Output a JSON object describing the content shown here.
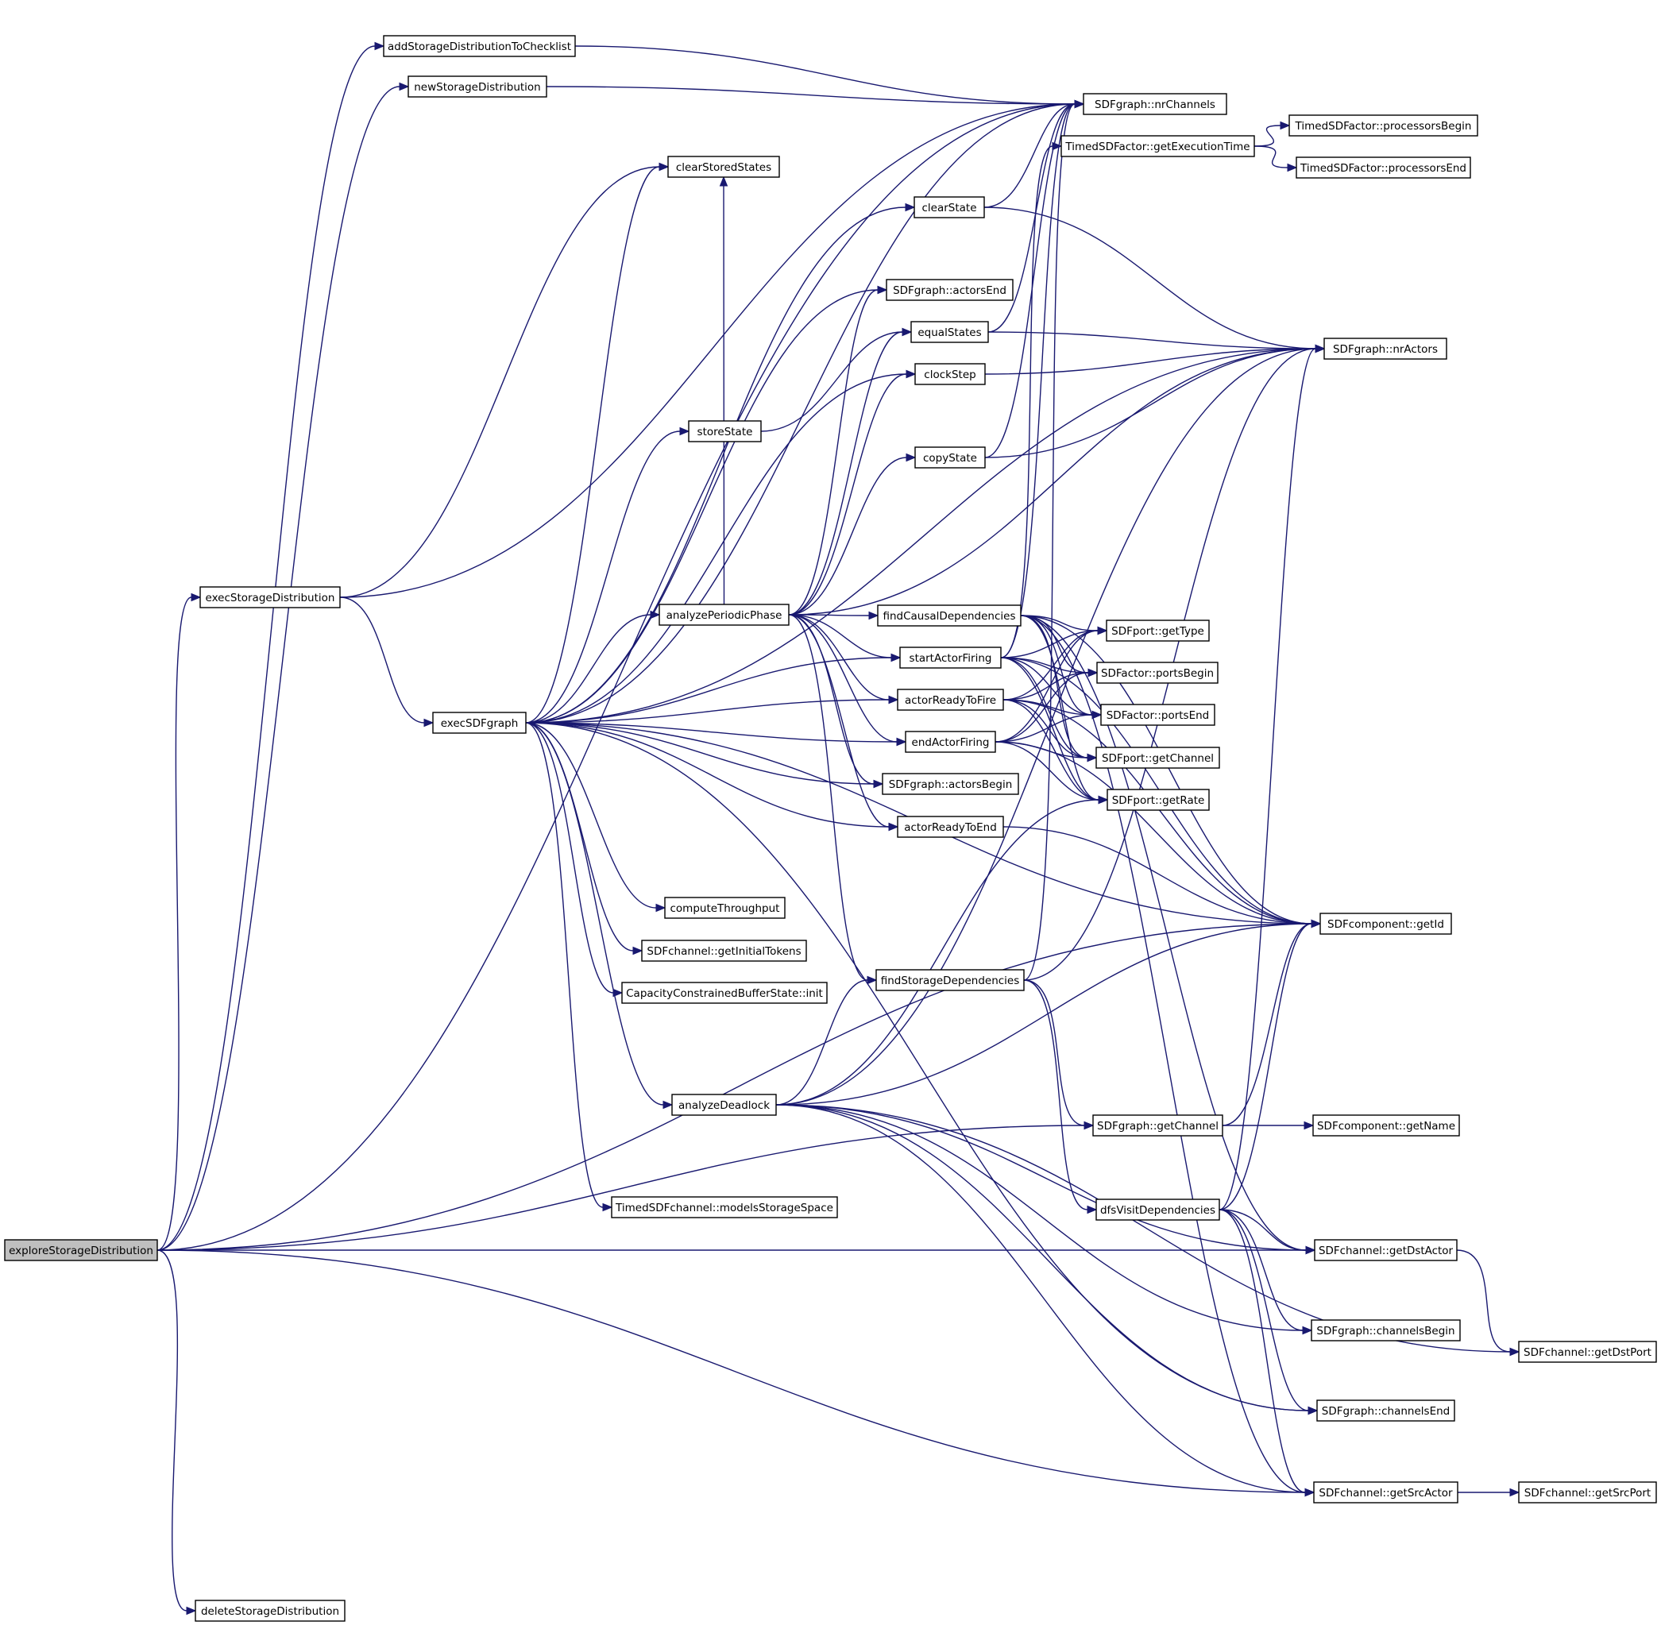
{
  "nodes": [
    {
      "id": "exploreStorageDistribution",
      "label": "exploreStorageDistribution",
      "root": true
    },
    {
      "id": "addStorageDistributionToChecklist",
      "label": "addStorageDistributionToChecklist"
    },
    {
      "id": "newStorageDistribution",
      "label": "newStorageDistribution"
    },
    {
      "id": "execStorageDistribution",
      "label": "execStorageDistribution"
    },
    {
      "id": "execSDFgraph",
      "label": "execSDFgraph"
    },
    {
      "id": "deleteStorageDistribution",
      "label": "deleteStorageDistribution"
    },
    {
      "id": "clearStoredStates",
      "label": "clearStoredStates"
    },
    {
      "id": "storeState",
      "label": "storeState"
    },
    {
      "id": "analyzePeriodicPhase",
      "label": "analyzePeriodicPhase"
    },
    {
      "id": "computeThroughput",
      "label": "computeThroughput"
    },
    {
      "id": "getInitialTokens",
      "label": "SDFchannel::getInitialTokens"
    },
    {
      "id": "cbsInit",
      "label": "CapacityConstrainedBufferState::init"
    },
    {
      "id": "analyzeDeadlock",
      "label": "analyzeDeadlock"
    },
    {
      "id": "modelsStorageSpace",
      "label": "TimedSDFchannel::modelsStorageSpace"
    },
    {
      "id": "clearState",
      "label": "clearState"
    },
    {
      "id": "actorsEnd",
      "label": "SDFgraph::actorsEnd"
    },
    {
      "id": "equalStates",
      "label": "equalStates"
    },
    {
      "id": "clockStep",
      "label": "clockStep"
    },
    {
      "id": "copyState",
      "label": "copyState"
    },
    {
      "id": "findCausalDependencies",
      "label": "findCausalDependencies"
    },
    {
      "id": "startActorFiring",
      "label": "startActorFiring"
    },
    {
      "id": "actorReadyToFire",
      "label": "actorReadyToFire"
    },
    {
      "id": "endActorFiring",
      "label": "endActorFiring"
    },
    {
      "id": "actorsBegin",
      "label": "SDFgraph::actorsBegin"
    },
    {
      "id": "actorReadyToEnd",
      "label": "actorReadyToEnd"
    },
    {
      "id": "findStorageDependencies",
      "label": "findStorageDependencies"
    },
    {
      "id": "nrChannels",
      "label": "SDFgraph::nrChannels"
    },
    {
      "id": "getExecutionTime",
      "label": "TimedSDFactor::getExecutionTime"
    },
    {
      "id": "getType",
      "label": "SDFport::getType"
    },
    {
      "id": "portsBegin",
      "label": "SDFactor::portsBegin"
    },
    {
      "id": "portsEnd",
      "label": "SDFactor::portsEnd"
    },
    {
      "id": "portGetChannel",
      "label": "SDFport::getChannel"
    },
    {
      "id": "getRate",
      "label": "SDFport::getRate"
    },
    {
      "id": "graphGetChannel",
      "label": "SDFgraph::getChannel"
    },
    {
      "id": "dfsVisitDependencies",
      "label": "dfsVisitDependencies"
    },
    {
      "id": "processorsBegin",
      "label": "TimedSDFactor::processorsBegin"
    },
    {
      "id": "processorsEnd",
      "label": "TimedSDFactor::processorsEnd"
    },
    {
      "id": "nrActors",
      "label": "SDFgraph::nrActors"
    },
    {
      "id": "getId",
      "label": "SDFcomponent::getId"
    },
    {
      "id": "getName",
      "label": "SDFcomponent::getName"
    },
    {
      "id": "getDstActor",
      "label": "SDFchannel::getDstActor"
    },
    {
      "id": "channelsBegin",
      "label": "SDFgraph::channelsBegin"
    },
    {
      "id": "channelsEnd",
      "label": "SDFgraph::channelsEnd"
    },
    {
      "id": "getSrcActor",
      "label": "SDFchannel::getSrcActor"
    },
    {
      "id": "getDstPort",
      "label": "SDFchannel::getDstPort"
    },
    {
      "id": "getSrcPort",
      "label": "SDFchannel::getSrcPort"
    }
  ],
  "edges": [
    [
      "exploreStorageDistribution",
      "addStorageDistributionToChecklist"
    ],
    [
      "exploreStorageDistribution",
      "newStorageDistribution"
    ],
    [
      "exploreStorageDistribution",
      "execStorageDistribution"
    ],
    [
      "exploreStorageDistribution",
      "nrChannels"
    ],
    [
      "exploreStorageDistribution",
      "graphGetChannel"
    ],
    [
      "exploreStorageDistribution",
      "getDstActor"
    ],
    [
      "exploreStorageDistribution",
      "getSrcActor"
    ],
    [
      "exploreStorageDistribution",
      "getId"
    ],
    [
      "exploreStorageDistribution",
      "deleteStorageDistribution"
    ],
    [
      "addStorageDistributionToChecklist",
      "nrChannels"
    ],
    [
      "newStorageDistribution",
      "nrChannels"
    ],
    [
      "execStorageDistribution",
      "clearStoredStates"
    ],
    [
      "execStorageDistribution",
      "nrChannels"
    ],
    [
      "execStorageDistribution",
      "execSDFgraph"
    ],
    [
      "execSDFgraph",
      "clearStoredStates"
    ],
    [
      "execSDFgraph",
      "clearState"
    ],
    [
      "execSDFgraph",
      "actorsEnd"
    ],
    [
      "execSDFgraph",
      "storeState"
    ],
    [
      "execSDFgraph",
      "clockStep"
    ],
    [
      "execSDFgraph",
      "analyzePeriodicPhase"
    ],
    [
      "execSDFgraph",
      "startActorFiring"
    ],
    [
      "execSDFgraph",
      "actorReadyToFire"
    ],
    [
      "execSDFgraph",
      "endActorFiring"
    ],
    [
      "execSDFgraph",
      "actorsBegin"
    ],
    [
      "execSDFgraph",
      "actorReadyToEnd"
    ],
    [
      "execSDFgraph",
      "computeThroughput"
    ],
    [
      "execSDFgraph",
      "getInitialTokens"
    ],
    [
      "execSDFgraph",
      "cbsInit"
    ],
    [
      "execSDFgraph",
      "analyzeDeadlock"
    ],
    [
      "execSDFgraph",
      "modelsStorageSpace"
    ],
    [
      "execSDFgraph",
      "nrChannels"
    ],
    [
      "execSDFgraph",
      "nrActors"
    ],
    [
      "execSDFgraph",
      "getId"
    ],
    [
      "execSDFgraph",
      "channelsEnd"
    ],
    [
      "storeState",
      "equalStates"
    ],
    [
      "analyzePeriodicPhase",
      "clearStoredStates"
    ],
    [
      "analyzePeriodicPhase",
      "actorsEnd"
    ],
    [
      "analyzePeriodicPhase",
      "equalStates"
    ],
    [
      "analyzePeriodicPhase",
      "clockStep"
    ],
    [
      "analyzePeriodicPhase",
      "copyState"
    ],
    [
      "analyzePeriodicPhase",
      "findCausalDependencies"
    ],
    [
      "analyzePeriodicPhase",
      "startActorFiring"
    ],
    [
      "analyzePeriodicPhase",
      "actorReadyToFire"
    ],
    [
      "analyzePeriodicPhase",
      "endActorFiring"
    ],
    [
      "analyzePeriodicPhase",
      "actorsBegin"
    ],
    [
      "analyzePeriodicPhase",
      "actorReadyToEnd"
    ],
    [
      "analyzePeriodicPhase",
      "findStorageDependencies"
    ],
    [
      "analyzePeriodicPhase",
      "nrActors"
    ],
    [
      "analyzeDeadlock",
      "findStorageDependencies"
    ],
    [
      "analyzeDeadlock",
      "getRate"
    ],
    [
      "analyzeDeadlock",
      "nrActors"
    ],
    [
      "analyzeDeadlock",
      "getId"
    ],
    [
      "analyzeDeadlock",
      "getDstActor"
    ],
    [
      "analyzeDeadlock",
      "channelsBegin"
    ],
    [
      "analyzeDeadlock",
      "channelsEnd"
    ],
    [
      "analyzeDeadlock",
      "getSrcActor"
    ],
    [
      "analyzeDeadlock",
      "getDstPort"
    ],
    [
      "clearState",
      "nrChannels"
    ],
    [
      "clearState",
      "nrActors"
    ],
    [
      "equalStates",
      "nrChannels"
    ],
    [
      "equalStates",
      "nrActors"
    ],
    [
      "clockStep",
      "nrActors"
    ],
    [
      "copyState",
      "nrChannels"
    ],
    [
      "copyState",
      "nrActors"
    ],
    [
      "findCausalDependencies",
      "getType"
    ],
    [
      "findCausalDependencies",
      "portsBegin"
    ],
    [
      "findCausalDependencies",
      "portsEnd"
    ],
    [
      "findCausalDependencies",
      "portGetChannel"
    ],
    [
      "findCausalDependencies",
      "getRate"
    ],
    [
      "findCausalDependencies",
      "getId"
    ],
    [
      "findCausalDependencies",
      "getDstActor"
    ],
    [
      "findCausalDependencies",
      "getSrcActor"
    ],
    [
      "startActorFiring",
      "nrChannels"
    ],
    [
      "startActorFiring",
      "getExecutionTime"
    ],
    [
      "startActorFiring",
      "getType"
    ],
    [
      "startActorFiring",
      "portsBegin"
    ],
    [
      "startActorFiring",
      "portsEnd"
    ],
    [
      "startActorFiring",
      "portGetChannel"
    ],
    [
      "startActorFiring",
      "getRate"
    ],
    [
      "startActorFiring",
      "getId"
    ],
    [
      "actorReadyToFire",
      "getType"
    ],
    [
      "actorReadyToFire",
      "portsBegin"
    ],
    [
      "actorReadyToFire",
      "portsEnd"
    ],
    [
      "actorReadyToFire",
      "portGetChannel"
    ],
    [
      "actorReadyToFire",
      "getRate"
    ],
    [
      "actorReadyToFire",
      "getId"
    ],
    [
      "endActorFiring",
      "getType"
    ],
    [
      "endActorFiring",
      "portsBegin"
    ],
    [
      "endActorFiring",
      "portsEnd"
    ],
    [
      "endActorFiring",
      "portGetChannel"
    ],
    [
      "endActorFiring",
      "getRate"
    ],
    [
      "endActorFiring",
      "getId"
    ],
    [
      "actorReadyToEnd",
      "getId"
    ],
    [
      "findStorageDependencies",
      "nrChannels"
    ],
    [
      "findStorageDependencies",
      "nrActors"
    ],
    [
      "findStorageDependencies",
      "graphGetChannel"
    ],
    [
      "findStorageDependencies",
      "dfsVisitDependencies"
    ],
    [
      "getExecutionTime",
      "processorsBegin"
    ],
    [
      "getExecutionTime",
      "processorsEnd"
    ],
    [
      "graphGetChannel",
      "getId"
    ],
    [
      "graphGetChannel",
      "getName"
    ],
    [
      "dfsVisitDependencies",
      "nrActors"
    ],
    [
      "dfsVisitDependencies",
      "getId"
    ],
    [
      "dfsVisitDependencies",
      "getDstActor"
    ],
    [
      "dfsVisitDependencies",
      "channelsBegin"
    ],
    [
      "dfsVisitDependencies",
      "channelsEnd"
    ],
    [
      "dfsVisitDependencies",
      "getSrcActor"
    ],
    [
      "getDstActor",
      "getDstPort"
    ],
    [
      "getSrcActor",
      "getSrcPort"
    ]
  ]
}
